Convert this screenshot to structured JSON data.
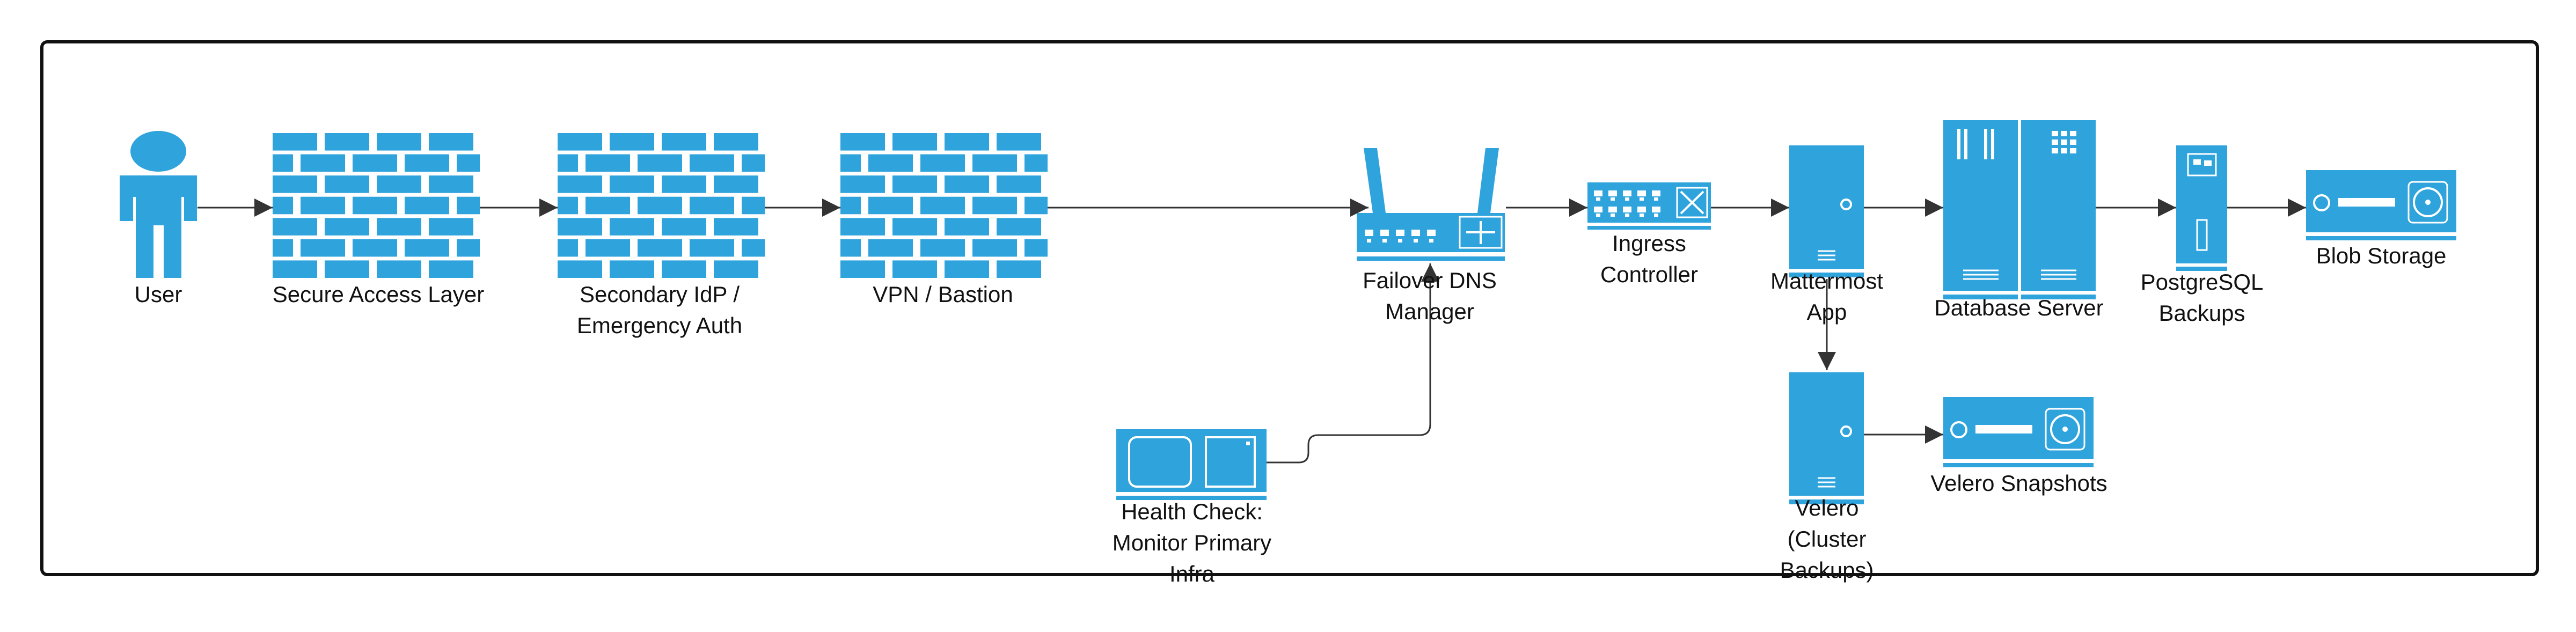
{
  "colors": {
    "icon": "#2fa3dc",
    "line": "#333333",
    "border": "#111111"
  },
  "nodes": [
    {
      "id": "user",
      "icon": "user-icon",
      "label": [
        "User"
      ]
    },
    {
      "id": "secure-access-layer",
      "icon": "firewall-icon",
      "label": [
        "Secure Access Layer"
      ]
    },
    {
      "id": "secondary-idp",
      "icon": "firewall-icon",
      "label": [
        "Secondary IdP /",
        "Emergency Auth"
      ]
    },
    {
      "id": "vpn-bastion",
      "icon": "firewall-icon",
      "label": [
        "VPN / Bastion"
      ]
    },
    {
      "id": "failover-dns",
      "icon": "router-icon",
      "label": [
        "Failover DNS",
        "Manager"
      ]
    },
    {
      "id": "ingress-controller",
      "icon": "switch-icon",
      "label": [
        "Ingress",
        "Controller"
      ]
    },
    {
      "id": "mattermost-app",
      "icon": "server-icon",
      "label": [
        "Mattermost",
        "App"
      ]
    },
    {
      "id": "database-server",
      "icon": "database-server-icon",
      "label": [
        "Database Server"
      ]
    },
    {
      "id": "postgresql-backups",
      "icon": "backup-server-icon",
      "label": [
        "PostgreSQL",
        "Backups"
      ]
    },
    {
      "id": "blob-storage",
      "icon": "storage-icon",
      "label": [
        "Blob Storage"
      ]
    },
    {
      "id": "health-check",
      "icon": "monitor-appliance-icon",
      "label": [
        "Health Check:",
        "Monitor Primary",
        "Infra"
      ]
    },
    {
      "id": "velero",
      "icon": "server-icon",
      "label": [
        "Velero",
        "(Cluster",
        "Backups)"
      ]
    },
    {
      "id": "velero-snapshots",
      "icon": "storage-icon",
      "label": [
        "Velero Snapshots"
      ]
    }
  ],
  "edges": [
    {
      "from": "user",
      "to": "secure-access-layer"
    },
    {
      "from": "secure-access-layer",
      "to": "secondary-idp"
    },
    {
      "from": "secondary-idp",
      "to": "vpn-bastion"
    },
    {
      "from": "vpn-bastion",
      "to": "failover-dns"
    },
    {
      "from": "health-check",
      "to": "failover-dns"
    },
    {
      "from": "failover-dns",
      "to": "ingress-controller"
    },
    {
      "from": "ingress-controller",
      "to": "mattermost-app"
    },
    {
      "from": "mattermost-app",
      "to": "database-server"
    },
    {
      "from": "mattermost-app",
      "to": "velero"
    },
    {
      "from": "database-server",
      "to": "postgresql-backups"
    },
    {
      "from": "postgresql-backups",
      "to": "blob-storage"
    },
    {
      "from": "velero",
      "to": "velero-snapshots"
    }
  ]
}
